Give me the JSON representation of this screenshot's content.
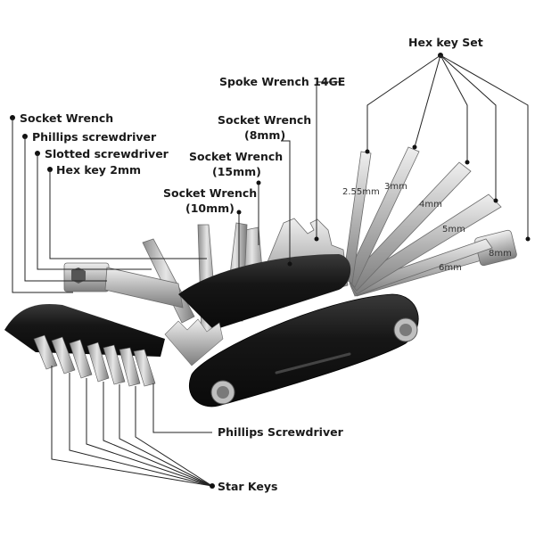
{
  "labels": {
    "hex_key_set": "Hex key Set",
    "spoke_wrench": "Spoke Wrench 14GE",
    "socket_wrench_main": "Socket Wrench",
    "phillips_top": "Phillips screwdriver",
    "slotted": "Slotted screwdriver",
    "hex_2mm": "Hex key 2mm",
    "socket_8_l1": "Socket Wrench",
    "socket_8_l2": "(8mm)",
    "socket_15_l1": "Socket Wrench",
    "socket_15_l2": "(15mm)",
    "socket_10_l1": "Socket Wrench",
    "socket_10_l2": "(10mm)",
    "phillips_bottom": "Phillips Screwdriver",
    "star_keys": "Star Keys"
  },
  "hex_sizes": {
    "s255": "2.55mm",
    "s3": "3mm",
    "s4": "4mm",
    "s5": "5mm",
    "s6": "6mm",
    "s8": "8mm"
  },
  "colors": {
    "metal_light": "#d9d9d9",
    "metal_mid": "#a9a9a9",
    "metal_dark": "#6b6b6b",
    "body_black": "#1c1c1c",
    "leader": "#222222"
  }
}
